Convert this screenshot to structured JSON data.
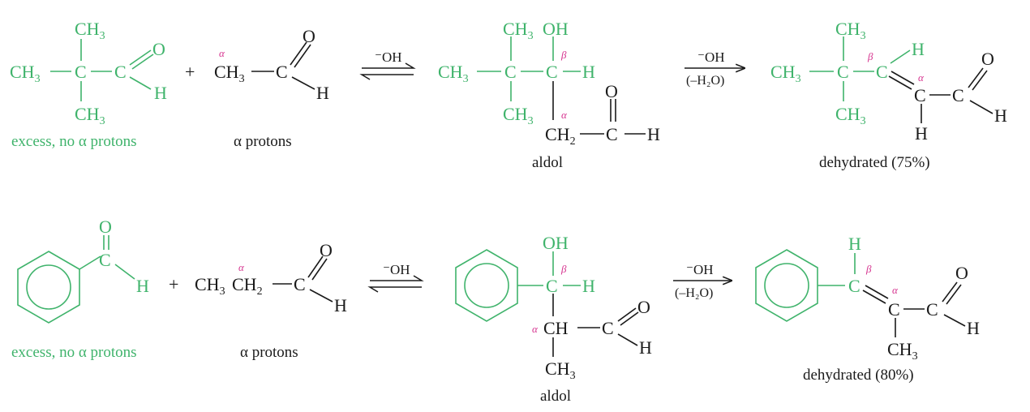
{
  "colors": {
    "green": "#3fb36b",
    "black": "#1a1a1a",
    "pink": "#d6338f"
  },
  "symbols": {
    "alpha": "α",
    "beta": "β",
    "plus": "+"
  },
  "atoms": {
    "ch3": "CH",
    "c": "C",
    "o": "O",
    "h": "H",
    "oh": "OH",
    "ch2": "CH",
    "ch": "CH",
    "sub3": "3",
    "sub2": "2"
  },
  "conditions": {
    "base": "⁻OH",
    "dehydration": "(–H₂O)"
  },
  "row1": {
    "reactant1_label": "excess, no α protons",
    "reactant2_label": "α protons",
    "aldol_label": "aldol",
    "product_label": "dehydrated (75%)"
  },
  "row2": {
    "reactant1_label": "excess, no α protons",
    "reactant2_label": "α protons",
    "aldol_label": "aldol",
    "product_label": "dehydrated (80%)"
  }
}
